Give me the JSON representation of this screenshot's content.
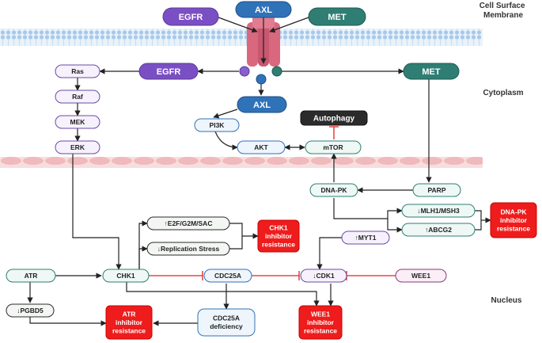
{
  "regions": {
    "membrane": "Cell Surface\nMembrane",
    "cytoplasm": "Cytoplasm",
    "nucleus": "Nucleus"
  },
  "receptors": {
    "egfr": "EGFR",
    "axl": "AXL",
    "met": "MET"
  },
  "nodes": {
    "egfr_cyto": "EGFR",
    "met_cyto": "MET",
    "axl_cyto": "AXL",
    "ras": "Ras",
    "raf": "Raf",
    "mek": "MEK",
    "erk": "ERK",
    "pi3k": "PI3K",
    "akt": "AKT",
    "mtor": "mTOR",
    "autophagy": "Autophagy",
    "dnapk": "DNA-PK",
    "parp": "PARP",
    "mlh1": "↓MLH1/MSH3",
    "abcg2": "↑ABCG2",
    "e2f": "↑E2F/G2M/SAC",
    "repstress": "↓Replication Stress",
    "myt1": "↑MYT1",
    "atr": "ATR",
    "chk1": "CHK1",
    "cdc25a": "CDC25A",
    "cdk1": "↓CDK1",
    "wee1": "WEE1",
    "pgbd5": "↓PGBD5",
    "cdc25a_def": "CDC25A\ndeficiency"
  },
  "resistance": {
    "chk1": "CHK1\ninhibitor\nresistance",
    "dnapk": "DNA-PK\ninhibitor\nresistance",
    "atr": "ATR\ninhibitor\nresistance",
    "wee1": "WEE1\ninhibitor\nresistance"
  },
  "colors": {
    "purple": "#7b4fc4",
    "blue": "#2f72b8",
    "teal": "#2f7e74",
    "red": "#ee1c1c",
    "dark": "#2b2b2b",
    "membrane": "#d8e8f6",
    "cytoskeleton": "#f2c7c7",
    "channel": "#d9687f"
  }
}
